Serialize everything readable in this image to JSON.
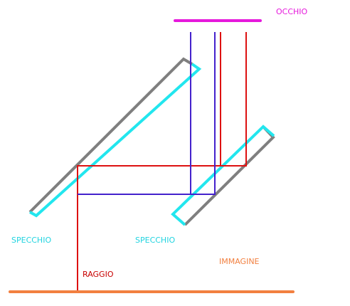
{
  "labels": {
    "occhio": "OCCHIO",
    "specchio_left": "SPECCHIO",
    "specchio_right": "SPECCHIO",
    "immagine": "IMMAGINE",
    "raggio": "RAGGIO"
  },
  "colors": {
    "eye": "#e619dc",
    "mirror_cyan": "#22e6ee",
    "mirror_gray": "#7f7f7f",
    "ray_red": "#dd1111",
    "ray_blue": "#4422cc",
    "ground": "#f28040",
    "label_cyan": "#22d4e0",
    "label_orange": "#f28040",
    "label_red": "#c80000",
    "label_magenta": "#e619dc"
  }
}
